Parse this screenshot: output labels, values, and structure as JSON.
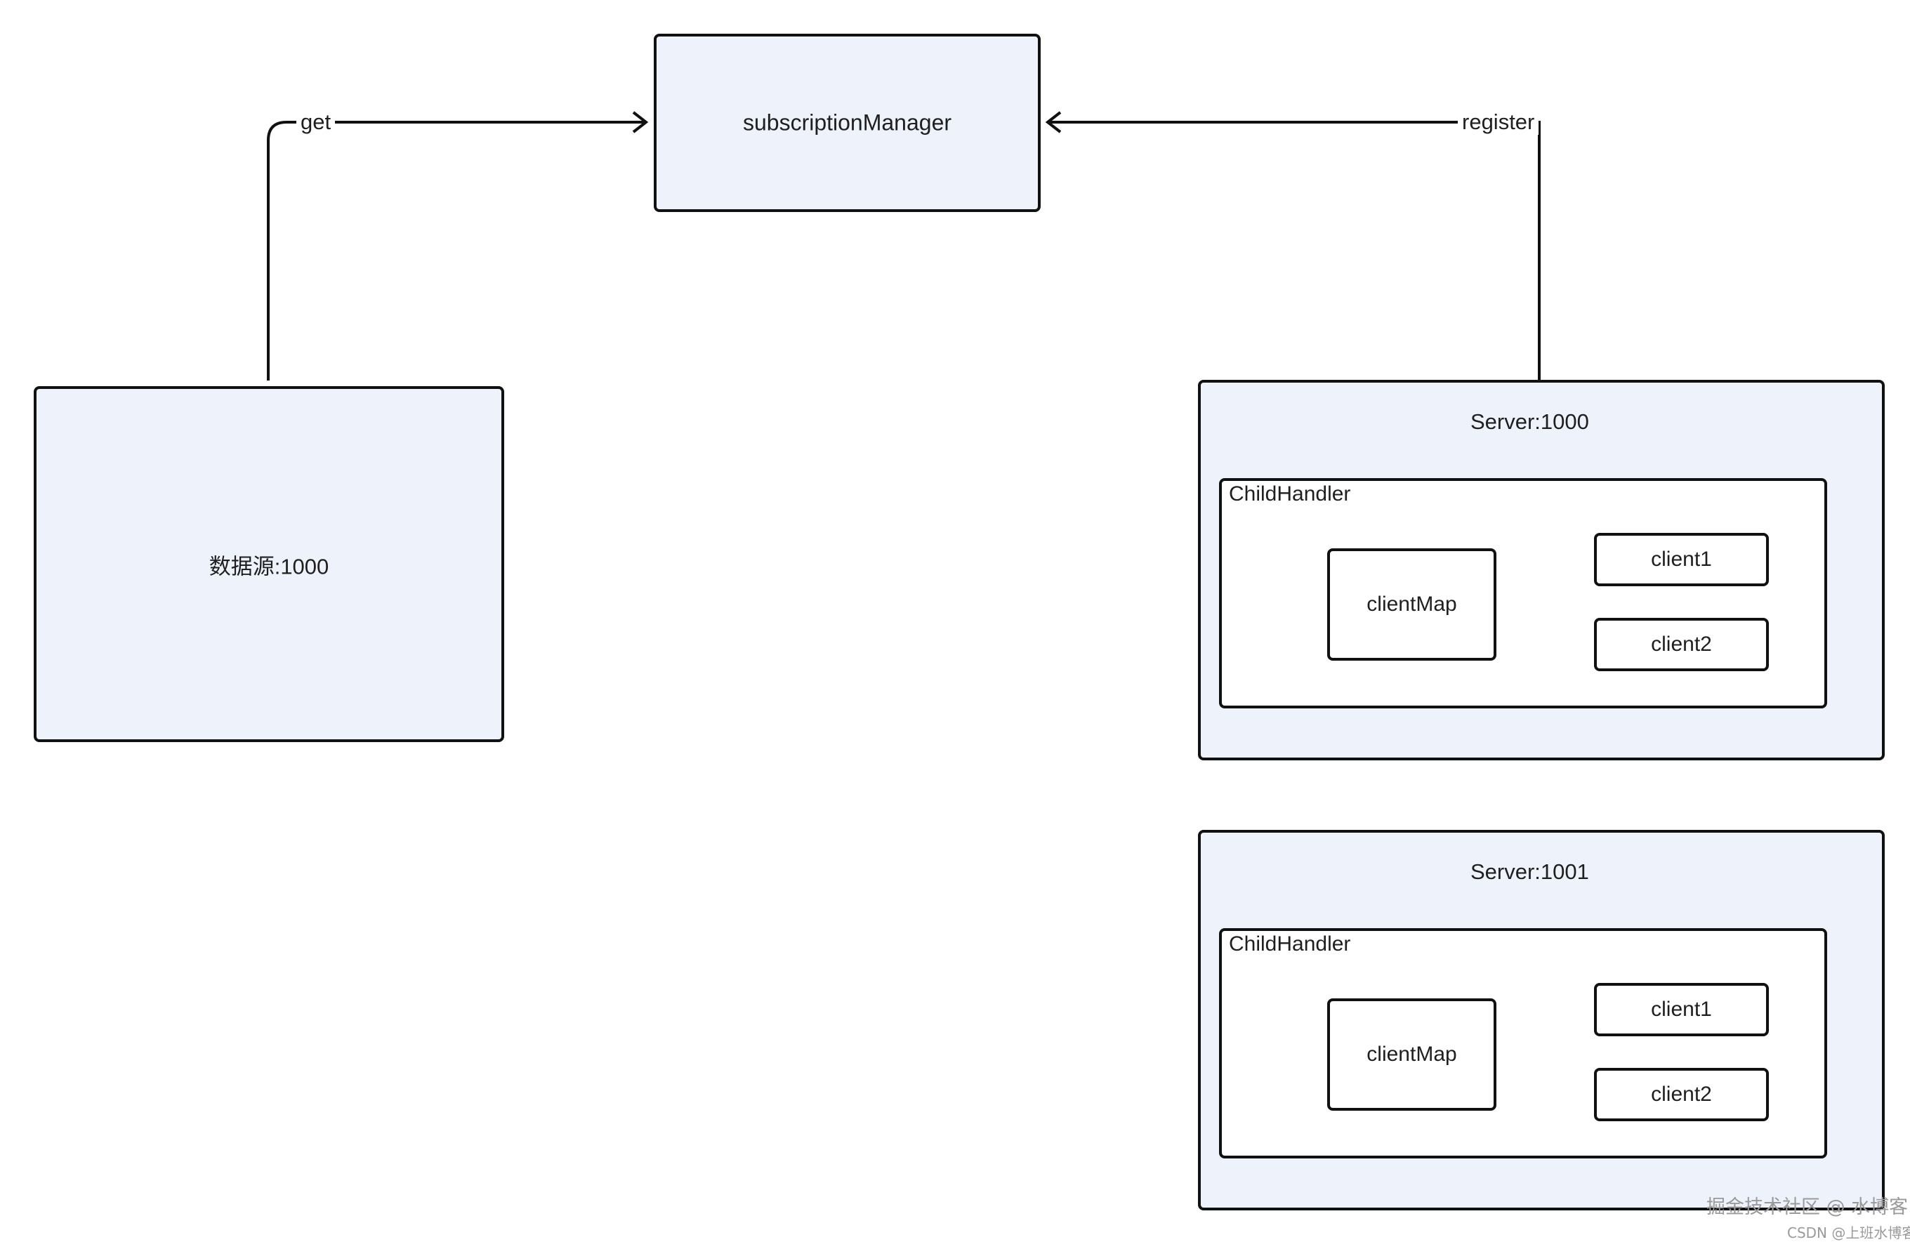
{
  "nodes": {
    "subscription_manager": "subscriptionManager",
    "datasource": "数据源:1000",
    "server_a": {
      "title": "Server:1000",
      "child_handler": "ChildHandler",
      "client_map": "clientMap",
      "client1": "client1",
      "client2": "client2"
    },
    "server_b": {
      "title": "Server:1001",
      "child_handler": "ChildHandler",
      "client_map": "clientMap",
      "client1": "client1",
      "client2": "client2"
    }
  },
  "edges": {
    "get": "get",
    "register": "register"
  },
  "watermark": {
    "line1": "掘金技术社区 @ 水博客",
    "line2": "CSDN @上班水博客"
  },
  "colors": {
    "node_fill": "#eef2fb",
    "stroke": "#111111",
    "watermark": "#9a9a9a"
  }
}
